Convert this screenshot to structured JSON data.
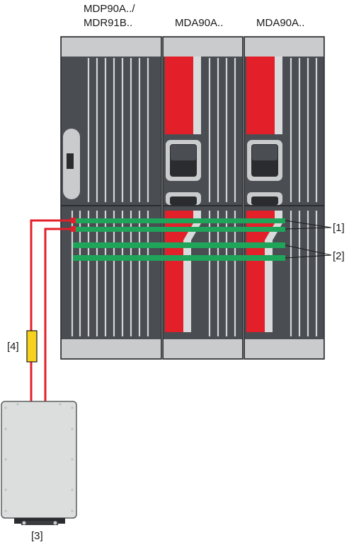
{
  "modules": [
    {
      "label_line1": "MDP90A../",
      "label_line2": "MDR91B.."
    },
    {
      "label": "MDA90A.."
    },
    {
      "label": "MDA90A.."
    }
  ],
  "callouts": {
    "c1": "[1]",
    "c2": "[2]",
    "c3": "[3]",
    "c4": "[4]"
  },
  "colors": {
    "housing_dark": "#4a4d52",
    "housing_light": "#c9cbcc",
    "accent_red": "#e3202a",
    "busbar_green": "#1fa55a",
    "fuse_yellow": "#f6d21e",
    "wire_red": "#e3202a",
    "panel_grey": "#dcdede"
  }
}
